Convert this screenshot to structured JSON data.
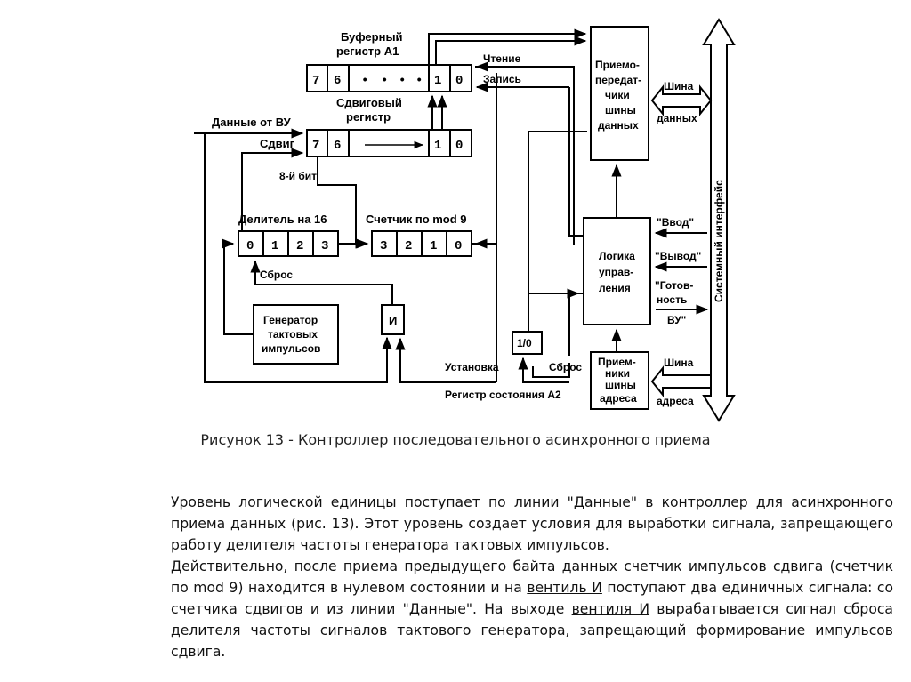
{
  "diagram": {
    "buffer_reg": {
      "title_1": "Буферный",
      "title_2": "регистр А1",
      "cells": [
        "7",
        "6",
        "•",
        "•",
        "•",
        "•",
        "1",
        "0"
      ]
    },
    "shift_reg": {
      "title_1": "Сдвиговый",
      "title_2": "регистр",
      "cells": [
        "7",
        "6",
        "",
        "",
        "",
        "",
        "1",
        "0"
      ]
    },
    "divider": {
      "title": "Делитель на 16",
      "cells": [
        "0",
        "1",
        "2",
        "3"
      ]
    },
    "counter": {
      "title": "Счетчик по mod 9",
      "cells": [
        "3",
        "2",
        "1",
        "0"
      ]
    },
    "generator": {
      "line1": "Генератор",
      "line2": "тактовых",
      "line3": "импульсов"
    },
    "and_gate": "И",
    "flipflop": "1/0",
    "transceivers": {
      "line1": "Приемо-",
      "line2": "передат-",
      "line3": "чики",
      "line4": "шины",
      "line5": "данных"
    },
    "control_logic": {
      "line1": "Логика",
      "line2": "управ-",
      "line3": "ления"
    },
    "addr_receivers": {
      "line1": "Прием-",
      "line2": "ники",
      "line3": "шины",
      "line4": "адреса"
    },
    "labels": {
      "read": "Чтение",
      "write": "Запись",
      "data_from_vu": "Данные от ВУ",
      "shift": "Сдвиг",
      "bit8": "8-й бит",
      "reset_top": "Сброс",
      "set": "Установка",
      "reset": "Сброс",
      "status_reg": "Регистр состояния А2",
      "data_bus_1": "Шина",
      "data_bus_2": "данных",
      "input": "\"Ввод\"",
      "output": "\"Вывод\"",
      "ready_1": "\"Готов-",
      "ready_2": "ность",
      "ready_3": "ВУ\"",
      "addr_bus_1": "Шина",
      "addr_bus_2": "адреса",
      "system_interface": "Системный интерфейс"
    }
  },
  "caption": "Рисунок 13 - Контроллер последовательного асинхронного приема",
  "paragraph1": "Уровень логической единицы поступает по линии \"Данные\" в контроллер для асинхронного приема данных (рис. 13). Этот уровень создает условия для выработки сигнала, запрещающего работу делителя частоты генератора тактовых импульсов.",
  "paragraph2": {
    "part1": "Действительно, после приема предыдущего байта данных счетчик импульсов сдвига (счетчик по mod 9) находится в нулевом состоянии и на ",
    "link1": "вентиль И",
    "part2": " поступают два единичных сигнала: со счетчика сдвигов и из линии \"Данные\". На выходе ",
    "link2": "вентиля И",
    "part3": " вырабатывается сигнал сброса делителя частоты сигналов тактового генератора, запрещающий формирование импульсов сдвига."
  }
}
